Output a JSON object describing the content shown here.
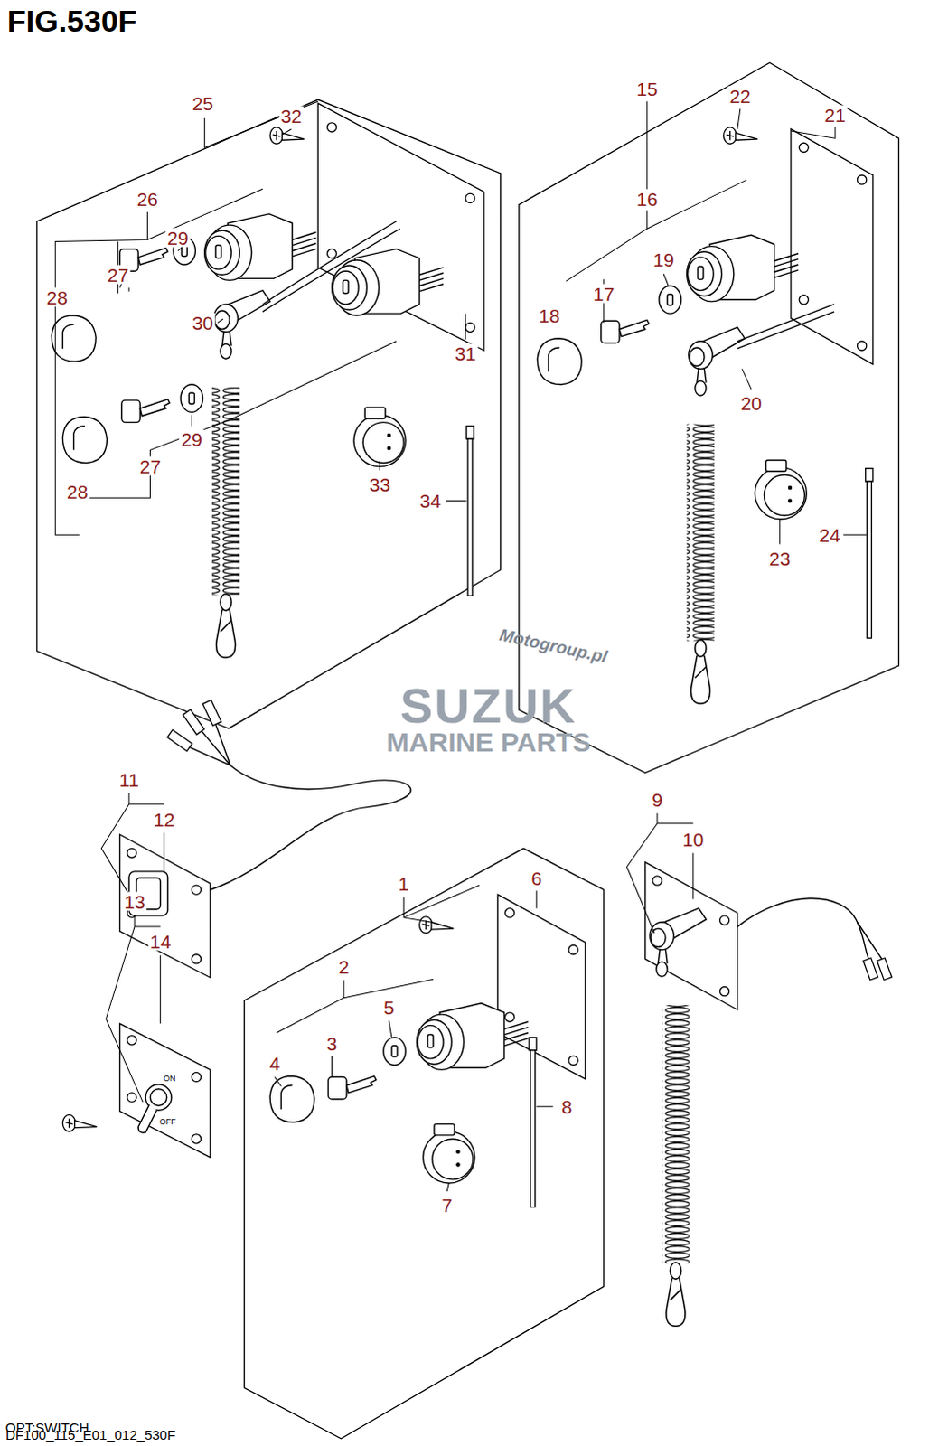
{
  "diagram": {
    "title": "FIG.530F",
    "caption": "OPT:SWITCH",
    "labels": [
      "25",
      "32",
      "26",
      "29",
      "27",
      "28",
      "30",
      "31",
      "29",
      "27",
      "28",
      "33",
      "34",
      "15",
      "22",
      "21",
      "16",
      "19",
      "17",
      "18",
      "20",
      "23",
      "24",
      "11",
      "12",
      "13",
      "14",
      "1",
      "2",
      "5",
      "6",
      "3",
      "4",
      "8",
      "7",
      "9",
      "10",
      "ON",
      "OFF",
      "Motogroup.pl",
      "SUZUK",
      "MARINE PARTS",
      "DF100_115_E01_012_530F"
    ]
  }
}
